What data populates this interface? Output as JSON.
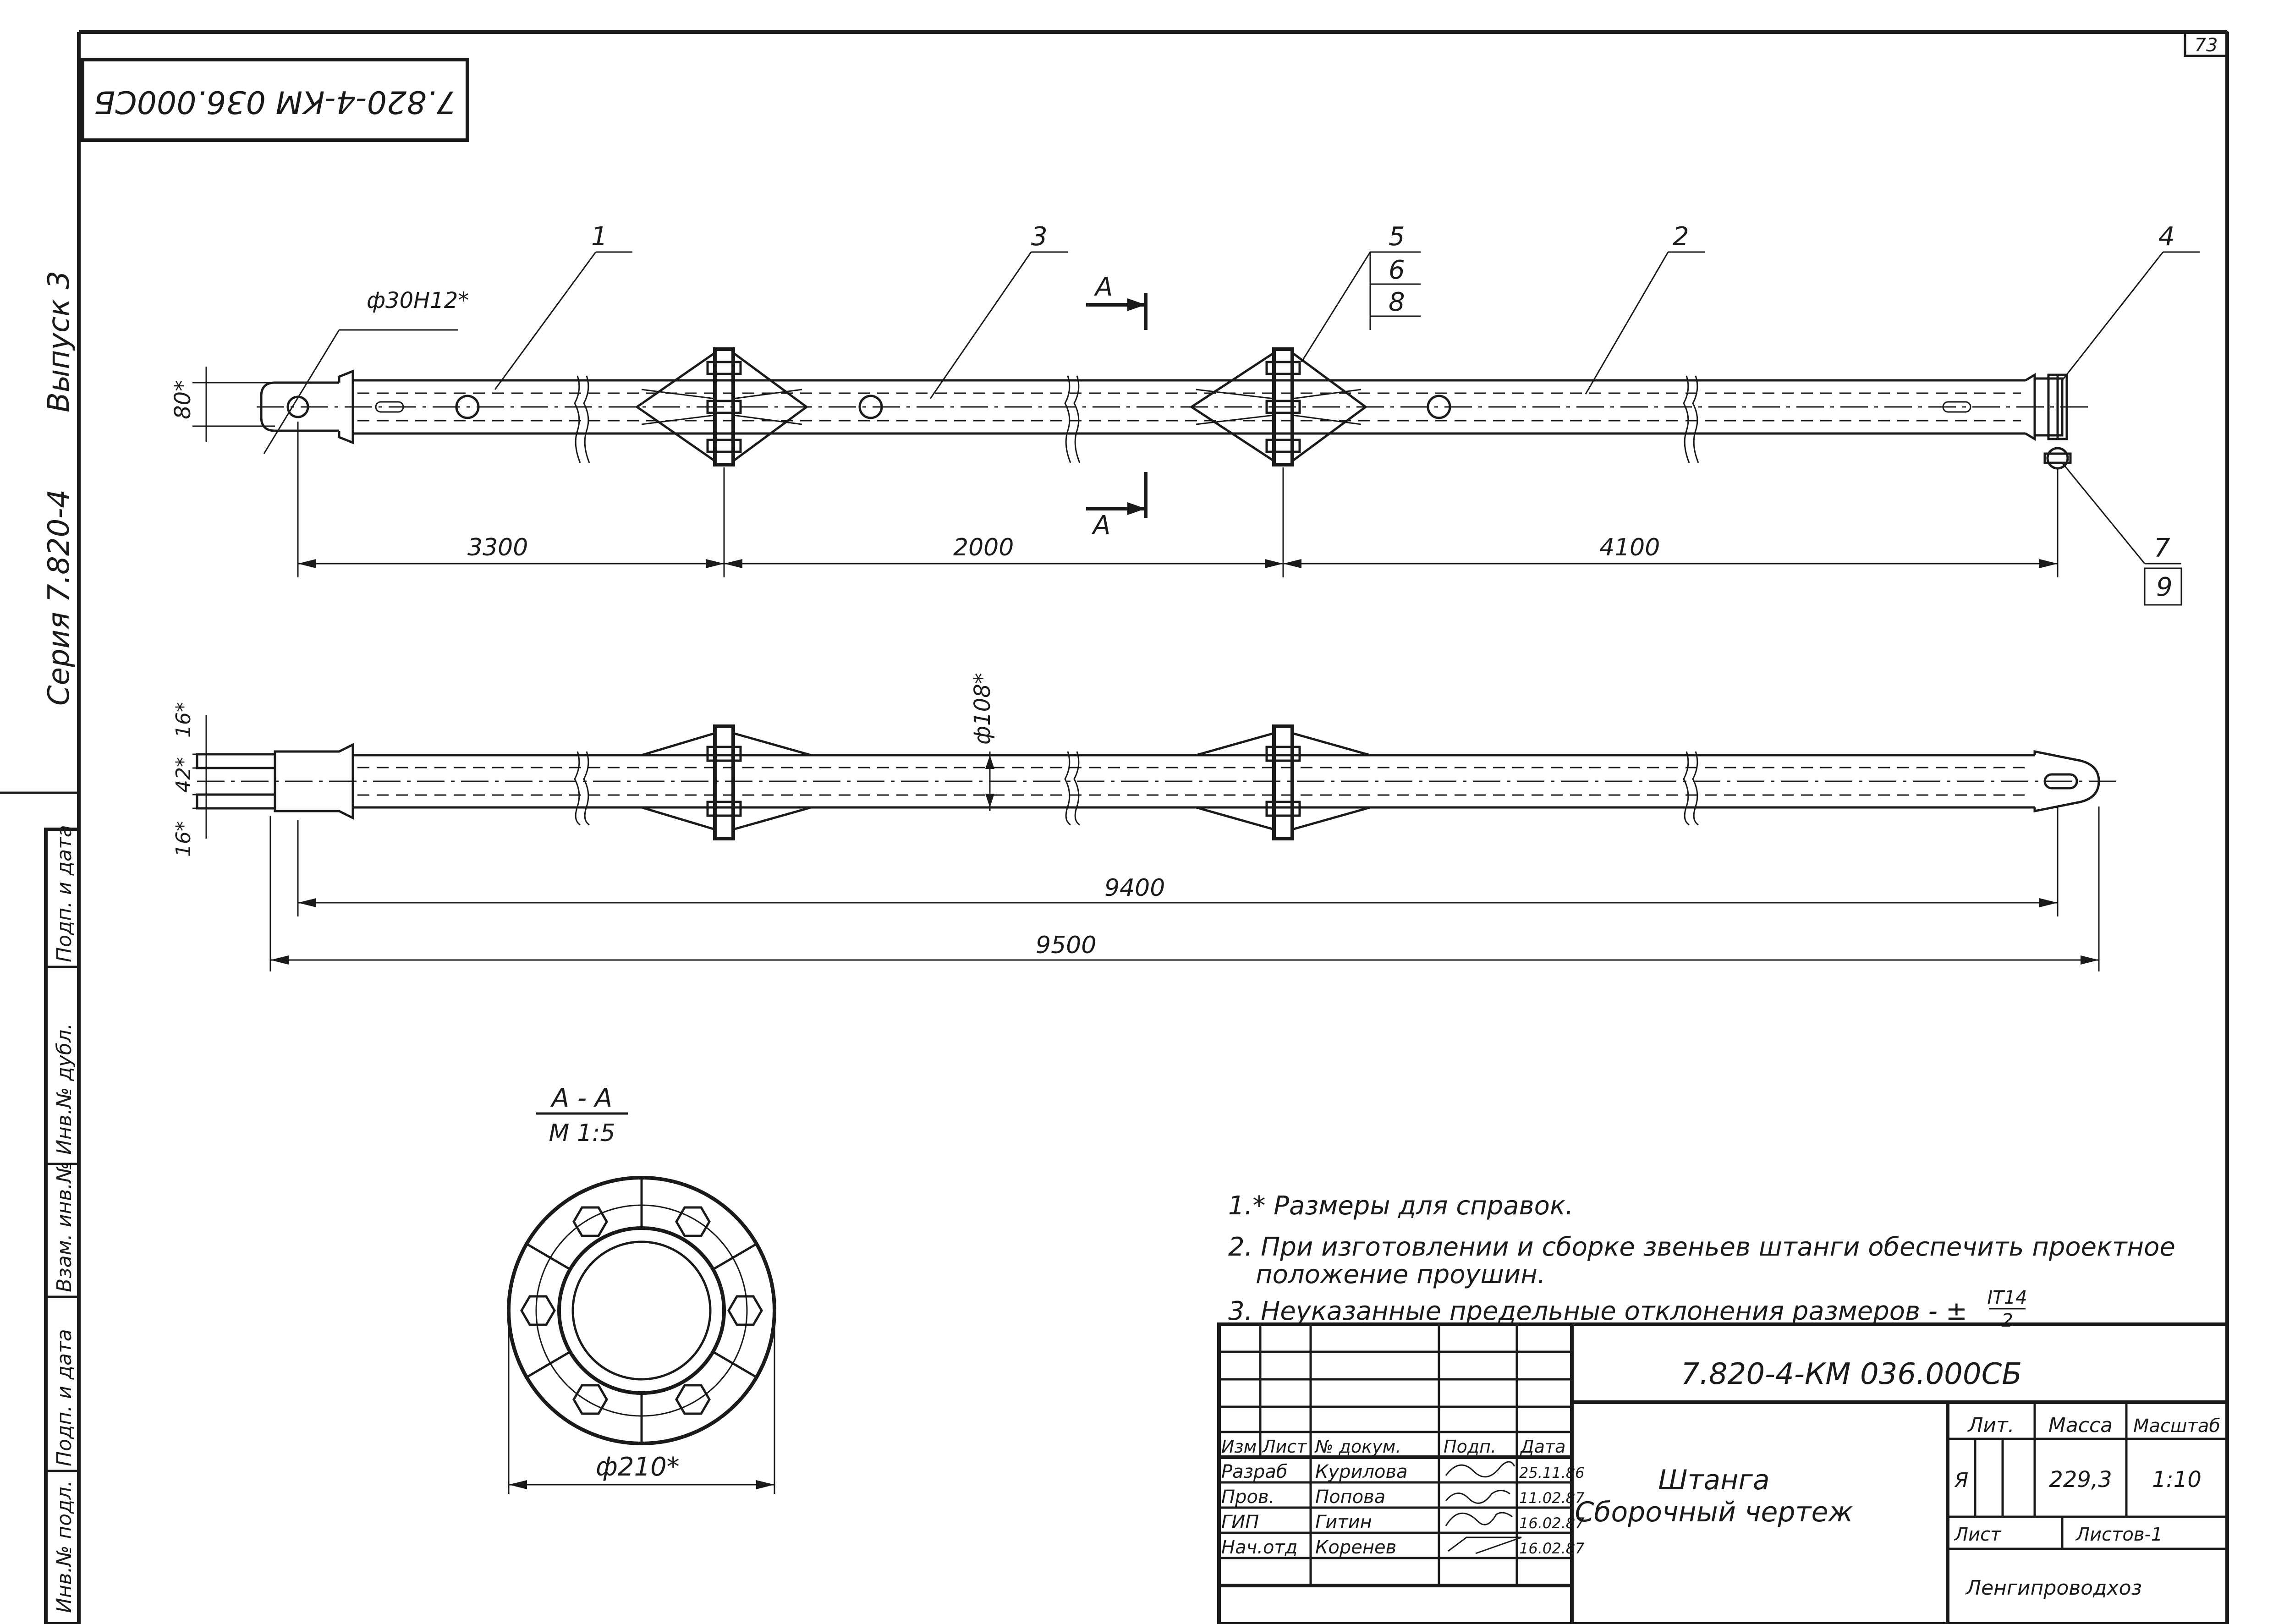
{
  "sheet_number": "73",
  "stamp_code": "7.820-4-КМ 036.000СБ",
  "side_labels": {
    "issue": "Выпуск 3",
    "series": "Серия 7.820-4"
  },
  "margin_box": [
    "Инв.№ подл.",
    "Подп. и дата",
    "Взам. инв.№",
    "Инв.№ дубл.",
    "Подп. и дата"
  ],
  "callouts": {
    "c1": "1",
    "c2": "2",
    "c3": "3",
    "c4": "4",
    "c5": "5",
    "c6": "6",
    "c7": "7",
    "c8": "8",
    "c9": "9"
  },
  "section_markers": {
    "top": "А",
    "bottom": "А"
  },
  "dimensions": {
    "hole": "ф30Н12*",
    "h80": "80*",
    "d3300": "3300",
    "d2000": "2000",
    "d4100": "4100",
    "phi108": "ф108*",
    "d16a": "16*",
    "d42": "42*",
    "d16b": "16*",
    "d9400": "9400",
    "d9500": "9500",
    "phi210": "ф210*"
  },
  "section": {
    "title": "А - А",
    "scale": "М 1:5"
  },
  "notes": [
    "1.* Размеры для справок.",
    "2. При изготовлении и сборке звеньев штанги обеспечить проектное",
    "положение проушин.",
    "3. Неуказанные предельные отклонения размеров - ±",
    "IT14",
    "2"
  ],
  "title_block": {
    "code": "7.820-4-КМ 036.000СБ",
    "name_line1": "Штанга",
    "name_line2": "Сборочный чертеж",
    "header": [
      "Изм",
      "Лист",
      "№ докум.",
      "Подп.",
      "Дата"
    ],
    "rows": [
      {
        "role": "Разраб",
        "name": "Курилова",
        "date": "25.11.86"
      },
      {
        "role": "Пров.",
        "name": "Попова",
        "date": "11.02.87"
      },
      {
        "role": "ГИП",
        "name": "Гитин",
        "date": "16.02.87"
      },
      {
        "role": "Нач.отд",
        "name": "Коренев",
        "date": "16.02.87"
      }
    ],
    "lit_label": "Лит.",
    "mass_label": "Масса",
    "scale_label": "Масштаб",
    "lit_value": "Я",
    "mass_value": "229,3",
    "scale_value": "1:10",
    "sheet_label": "Лист",
    "sheets_label": "Листов-1",
    "org": "Ленгипроводхоз"
  }
}
